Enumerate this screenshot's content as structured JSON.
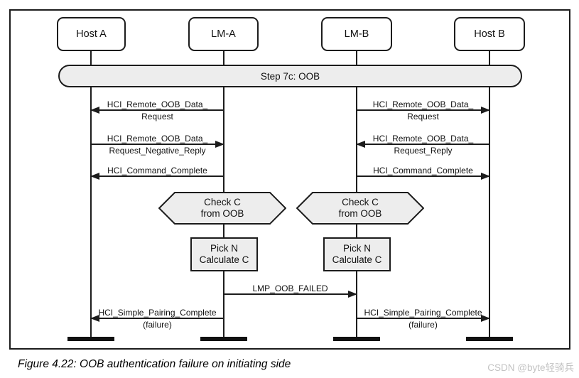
{
  "figure": {
    "caption": "Figure 4.22: OOB authentication failure on initiating side",
    "watermark": "CSDN @byte轻骑兵"
  },
  "nodes": [
    {
      "id": "host-a",
      "label": "Host A"
    },
    {
      "id": "lm-a",
      "label": "LM-A"
    },
    {
      "id": "lm-b",
      "label": "LM-B"
    },
    {
      "id": "host-b",
      "label": "Host B"
    }
  ],
  "banner": {
    "label": "Step 7c:  OOB"
  },
  "messages": [
    {
      "from": "LM-A",
      "to": "Host A",
      "direction": "left",
      "line1": "HCI_Remote_OOB_Data_",
      "line2": "Request"
    },
    {
      "from": "LM-B",
      "to": "Host B",
      "direction": "right",
      "line1": "HCI_Remote_OOB_Data_",
      "line2": "Request"
    },
    {
      "from": "Host A",
      "to": "LM-A",
      "direction": "right",
      "line1": "HCI_Remote_OOB_Data_",
      "line2": "Request_Negative_Reply"
    },
    {
      "from": "Host B",
      "to": "LM-B",
      "direction": "left",
      "line1": "HCI_Remote_OOB_Data_",
      "line2": "Request_Reply"
    },
    {
      "from": "LM-A",
      "to": "Host A",
      "direction": "left",
      "line1": "HCI_Command_Complete"
    },
    {
      "from": "LM-B",
      "to": "Host B",
      "direction": "right",
      "line1": "HCI_Command_Complete"
    },
    {
      "from": "LM-A",
      "to": "LM-B",
      "direction": "right",
      "line1": "LMP_OOB_FAILED"
    },
    {
      "from": "LM-A",
      "to": "Host A",
      "direction": "left",
      "line1": "HCI_Simple_Pairing_Complete",
      "line2": "(failure)"
    },
    {
      "from": "LM-B",
      "to": "Host B",
      "direction": "right",
      "line1": "HCI_Simple_Pairing_Complete",
      "line2": "(failure)"
    }
  ],
  "shapes": {
    "hexagon_left": {
      "line1": "Check C",
      "line2": "from OOB"
    },
    "hexagon_right": {
      "line1": "Check C",
      "line2": "from OOB"
    },
    "box_left": {
      "line1": "Pick N",
      "line2": "Calculate C"
    },
    "box_right": {
      "line1": "Pick N",
      "line2": "Calculate C"
    }
  },
  "colors": {
    "shape_fill": "#ededed",
    "line": "#1c1c1c",
    "watermark": "#c3c3c3"
  }
}
